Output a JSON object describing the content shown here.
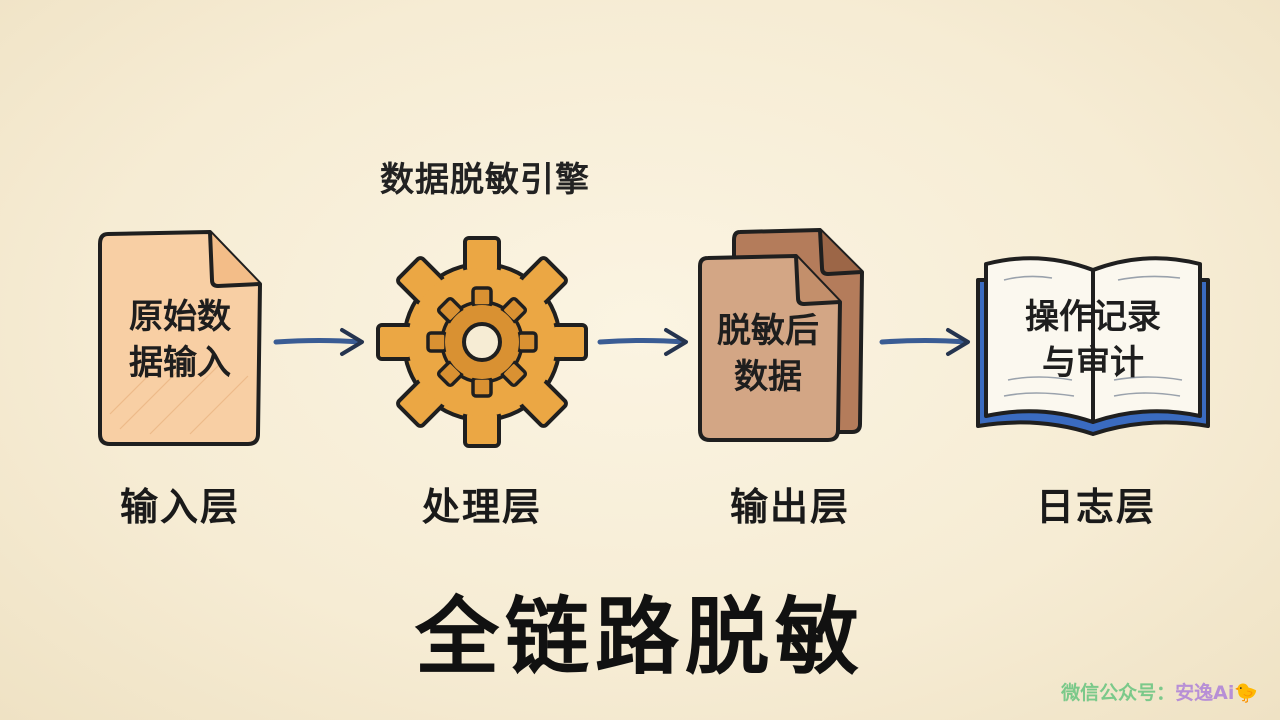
{
  "engine_label": "数据脱敏引擎",
  "nodes": [
    {
      "id": "input",
      "text": "原始数\n据输入",
      "layer": "输入层",
      "icon": "document-icon"
    },
    {
      "id": "process",
      "text": "",
      "layer": "处理层",
      "icon": "gear-icon"
    },
    {
      "id": "output",
      "text": "脱敏后\n数据",
      "layer": "输出层",
      "icon": "stacked-documents-icon"
    },
    {
      "id": "log",
      "text": "操作记录\n与审计",
      "layer": "日志层",
      "icon": "open-book-icon"
    }
  ],
  "title": "全链路脱敏",
  "watermark": {
    "prefix": "微信公众号：",
    "name": "安逸Ai",
    "emoji": "🐤"
  },
  "colors": {
    "document": "#f8cfa4",
    "gear": "#eba744",
    "output_doc": "#d3a685",
    "book_cover": "#3a6bc0",
    "arrow": "#3a5c94"
  }
}
